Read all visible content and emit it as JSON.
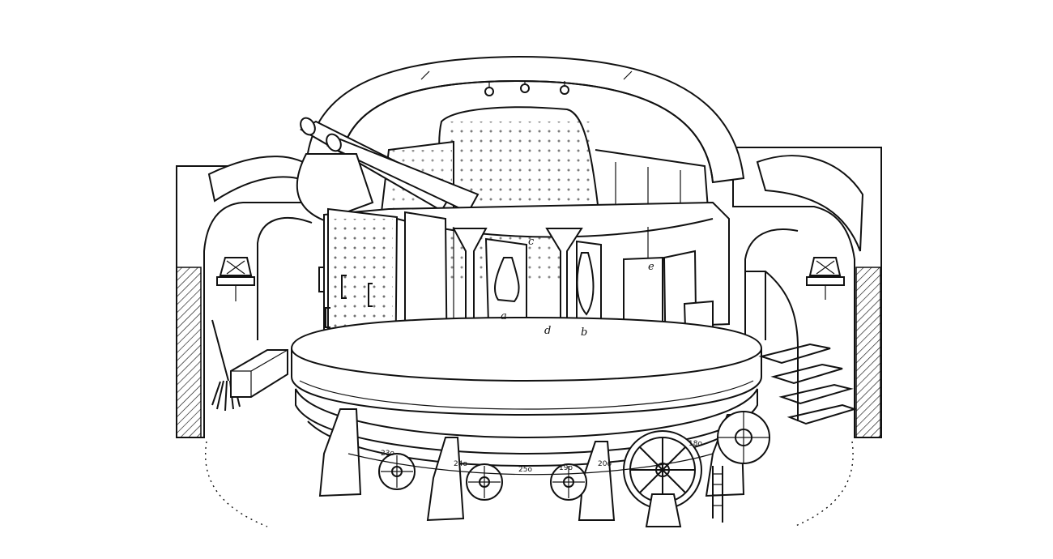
{
  "figure": {
    "labels": [
      "a",
      "b",
      "c",
      "d",
      "e"
    ],
    "scale_numbers": [
      "24o",
      "25o",
      "19o",
      "20o",
      "23o",
      "18o"
    ]
  }
}
